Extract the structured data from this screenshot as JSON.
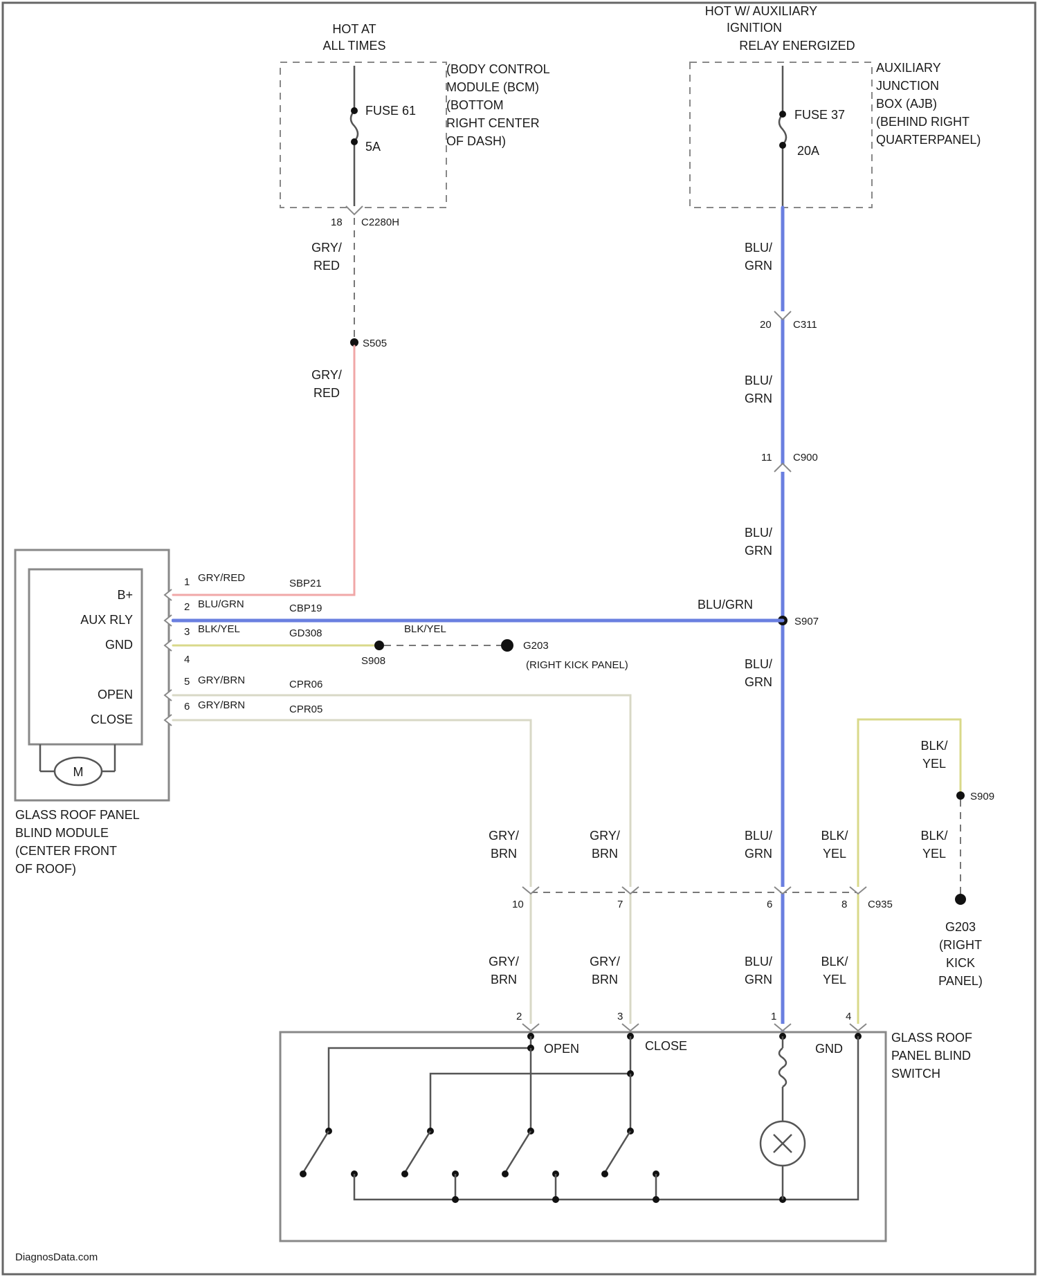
{
  "footer": "DiagnosData.com",
  "top": {
    "bcm_hot_label": "HOT AT ALL TIMES",
    "bcm_box": "(BODY CONTROL MODULE (BCM) (BOTTOM RIGHT CENTER OF DASH)",
    "bcm_fuse": "FUSE 61",
    "bcm_amp": "5A",
    "bcm_pin": "18",
    "bcm_conn": "C2280H",
    "ajb_hot_label": "HOT W/ AUXILIARY IGNITION RELAY ENERGIZED",
    "ajb_box": "AUXILIARY JUNCTION BOX (AJB) (BEHIND RIGHT QUARTERPANEL)",
    "ajb_fuse": "FUSE 37",
    "ajb_amp": "20A"
  },
  "wires": {
    "gry_red": "GRY/ RED",
    "blu_grn": "BLU/ GRN",
    "s_s": "S505",
    "c311_pin": "20",
    "c311": "C311",
    "c900_pin": "11",
    "c900": "C900",
    "s907": "S907",
    "blu_grn_h": "BLU/GRN",
    "blk_yel_h": "BLK/YEL",
    "s908": "S908",
    "g203": "G203",
    "g203_loc": "(RIGHT KICK PANEL)",
    "gry_brn": "GRY/ BRN",
    "blk_yel": "BLK/ YEL",
    "s909": "S909",
    "c935": "C935",
    "c935_pins": [
      "10",
      "7",
      "6",
      "8"
    ],
    "g203_b": "G203 (RIGHT KICK PANEL)"
  },
  "module": {
    "title": "GLASS ROOF PANEL BLIND MODULE (CENTER FRONT OF ROOF)",
    "pins": [
      {
        "name": "B+",
        "num": "1",
        "color": "GRY/RED",
        "circuit": "SBP21"
      },
      {
        "name": "AUX RLY",
        "num": "2",
        "color": "BLU/GRN",
        "circuit": "CBP19"
      },
      {
        "name": "GND",
        "num": "3",
        "color": "BLK/YEL",
        "circuit": "GD308"
      },
      {
        "name": "",
        "num": "4",
        "color": "",
        "circuit": ""
      },
      {
        "name": "OPEN",
        "num": "5",
        "color": "GRY/BRN",
        "circuit": "CPR06"
      },
      {
        "name": "CLOSE",
        "num": "6",
        "color": "GRY/BRN",
        "circuit": "CPR05"
      }
    ],
    "motor": "M"
  },
  "switch": {
    "title": "GLASS ROOF PANEL BLIND SWITCH",
    "open": "OPEN",
    "close": "CLOSE",
    "gnd": "GND",
    "pins": [
      "2",
      "3",
      "1",
      "4"
    ]
  }
}
